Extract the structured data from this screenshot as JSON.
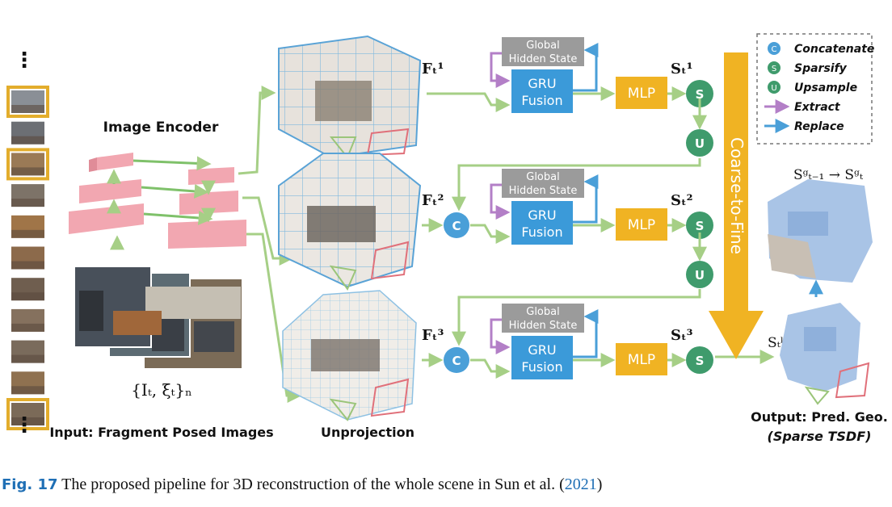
{
  "image_encoder": {
    "title": "Image Encoder"
  },
  "input": {
    "math": "{Iₜ, ξₜ}ₙ",
    "label": "Input: Fragment Posed Images"
  },
  "unprojection": {
    "label": "Unprojection"
  },
  "levels": [
    {
      "feature": "Fₜ¹",
      "hidden": [
        "Global",
        "Hidden State"
      ],
      "gru": [
        "GRU",
        "Fusion"
      ],
      "mlp": "MLP",
      "sparse": "Sₜ¹",
      "ops": [
        "S",
        "U"
      ]
    },
    {
      "feature": "Fₜ²",
      "hidden": [
        "Global",
        "Hidden State"
      ],
      "gru": [
        "GRU",
        "Fusion"
      ],
      "mlp": "MLP",
      "sparse": "Sₜ²",
      "ops": [
        "C",
        "S",
        "U"
      ]
    },
    {
      "feature": "Fₜ³",
      "hidden": [
        "Global",
        "Hidden State"
      ],
      "gru": [
        "GRU",
        "Fusion"
      ],
      "mlp": "MLP",
      "sparse": "Sₜ³",
      "ops": [
        "C",
        "S"
      ]
    }
  ],
  "legend": [
    {
      "symbol": "C",
      "label": "Concatenate",
      "kind": "circle",
      "color": "#4a9fd8"
    },
    {
      "symbol": "S",
      "label": "Sparsify",
      "kind": "circle",
      "color": "#3f9b6c"
    },
    {
      "symbol": "U",
      "label": "Upsample",
      "kind": "circle",
      "color": "#3f9b6c"
    },
    {
      "symbol": "",
      "label": "Extract",
      "kind": "arrow",
      "color": "#b37fc7"
    },
    {
      "symbol": "",
      "label": "Replace",
      "kind": "arrow",
      "color": "#4a9fd8"
    }
  ],
  "coarse_to_fine": "Coarse-to-Fine",
  "output": {
    "global_update": "Sᵍₜ₋₁ → Sᵍₜ",
    "local": "Sₜˡ",
    "label": "Output: Pred. Geo.",
    "sublabel": "(Sparse TSDF)"
  },
  "caption": {
    "label": "Fig. 17",
    "text": "The proposed pipeline for 3D reconstruction of the whole scene in Sun et al. (",
    "ref": "2021",
    "close": ")"
  },
  "colors": {
    "gru": "#3b9ad9",
    "mlp": "#f0b323",
    "hidden": "#9b9b9b",
    "concat": "#4a9fd8",
    "sparsify": "#3f9b6c",
    "flow": "#a6cf86",
    "extract": "#b37fc7",
    "replace": "#4a9fd8",
    "coarse": "#f0b323",
    "encoder": "#f2a7b1",
    "frame_highlight": "#e3ad2c"
  }
}
